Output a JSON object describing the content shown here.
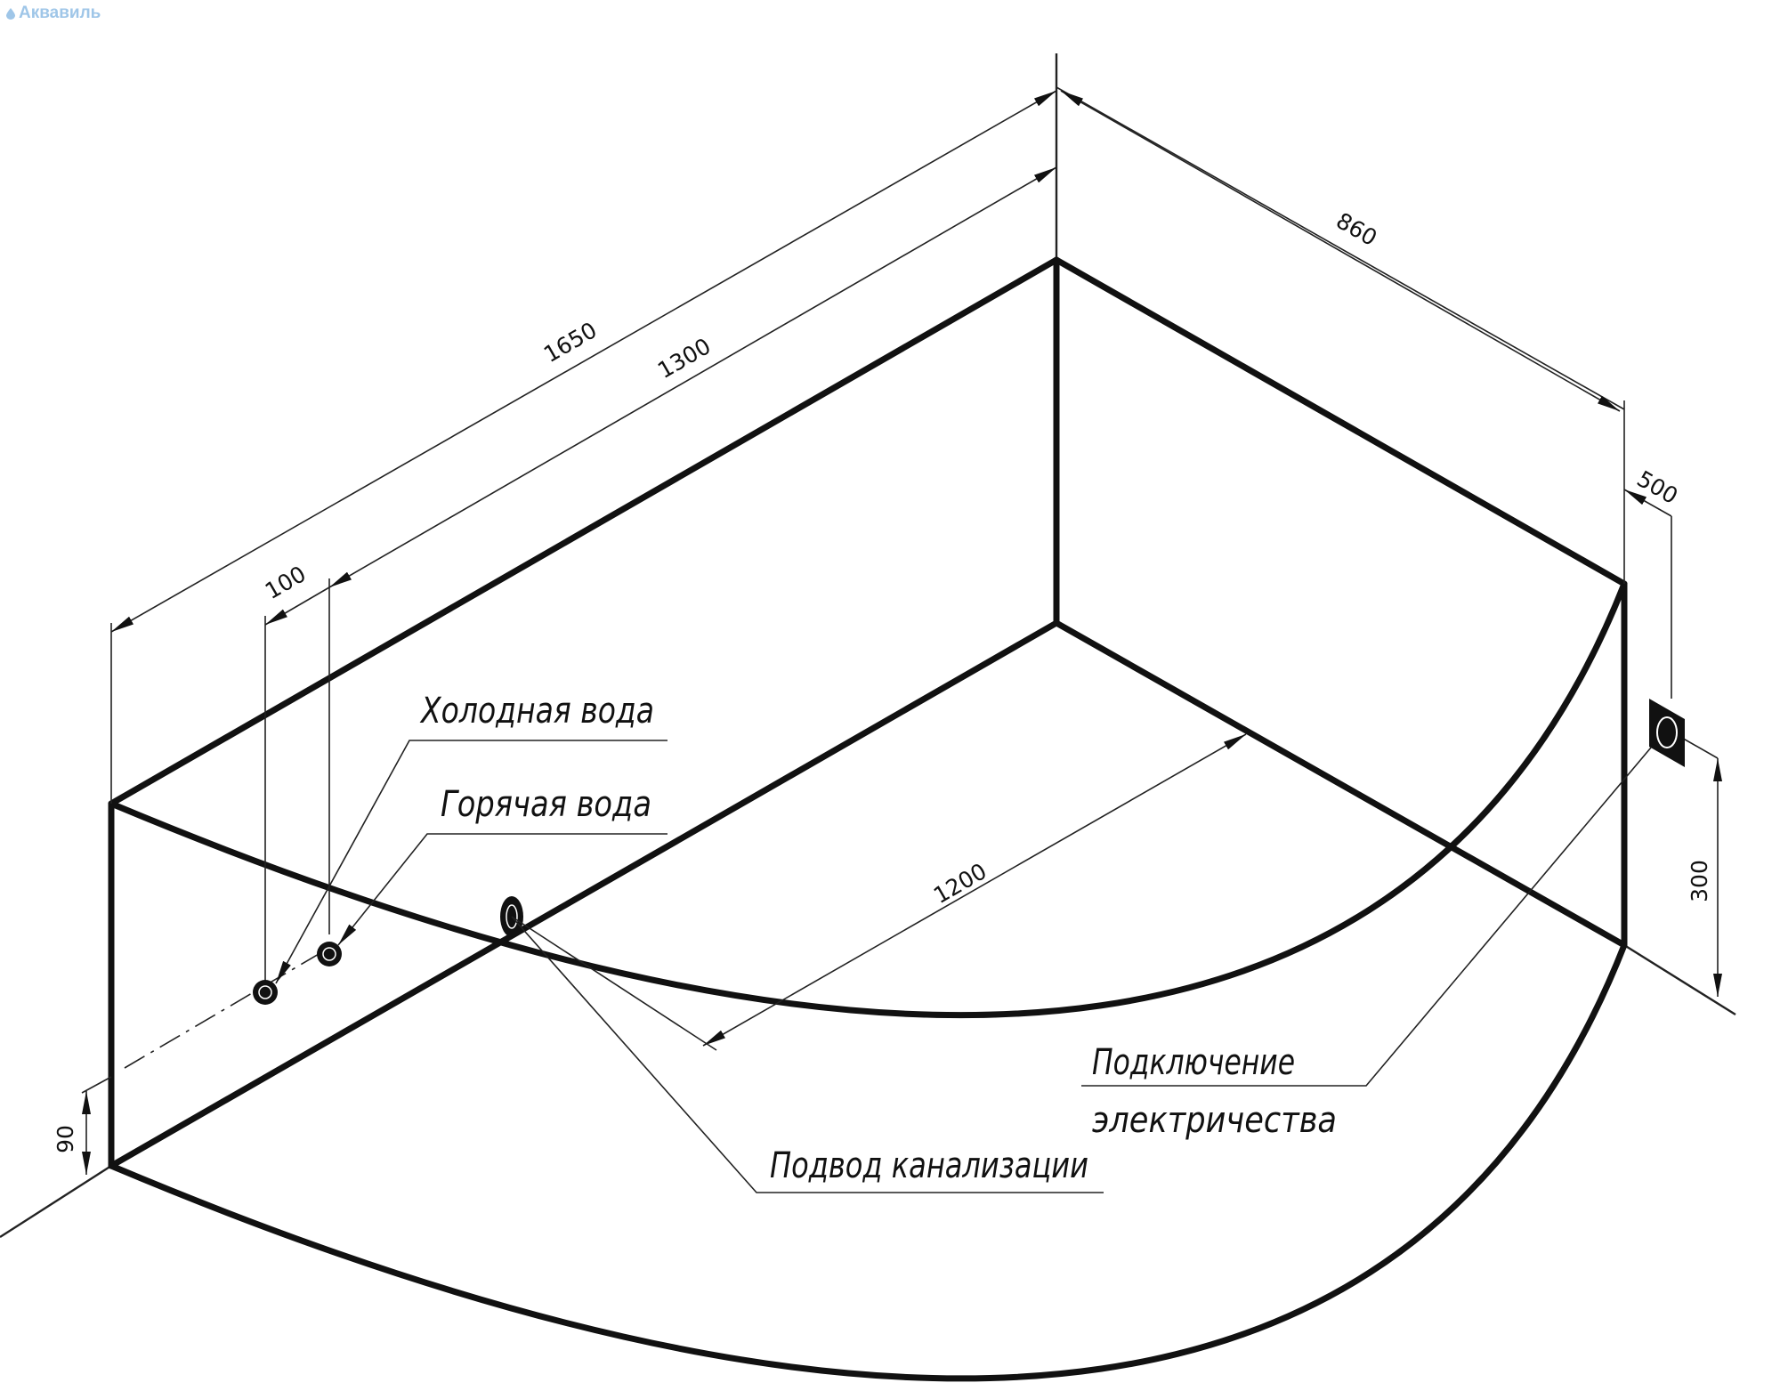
{
  "watermark": {
    "text": "Аквавиль",
    "icon": "water-drop-icon",
    "color": "#9fc6e8"
  },
  "dimensions": {
    "length_total": "1650",
    "length_inner": "1300",
    "width": "860",
    "width_narrow": "500",
    "pipe_spacing": "100",
    "depth": "1200",
    "electric_height": "300",
    "pipe_height": "90"
  },
  "labels": {
    "cold_water": "Холодная вода",
    "hot_water": "Горячая вода",
    "electric_line1": "Подключение",
    "electric_line2": "электричества",
    "drain": "Подвод канализации"
  },
  "colors": {
    "line": "#111111",
    "background": "#ffffff"
  }
}
